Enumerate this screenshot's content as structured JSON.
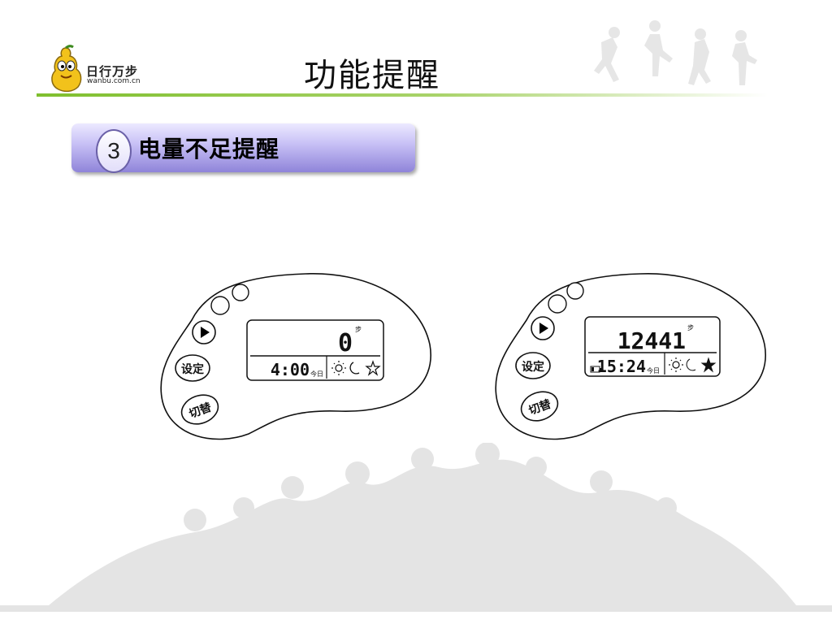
{
  "logo": {
    "brand_cn": "日行万步",
    "brand_en": "wanbu.com.cn",
    "icon": "pear-mascot-icon"
  },
  "page_title": "功能提醒",
  "section": {
    "number": "3",
    "title": "电量不足提醒"
  },
  "devices": [
    {
      "buttons": {
        "play": "play-icon",
        "set": "设定",
        "switch": "切替"
      },
      "steps": "0",
      "steps_unit": "步",
      "time": "4:00",
      "today_label": "今日",
      "icons": [
        "sun-icon",
        "moon-icon",
        "star-outline-icon"
      ],
      "battery_low": false
    },
    {
      "buttons": {
        "play": "play-icon",
        "set": "设定",
        "switch": "切替"
      },
      "steps": "12441",
      "steps_unit": "步",
      "time": "15:24",
      "today_label": "今日",
      "icons": [
        "sun-icon",
        "moon-icon",
        "star-filled-icon"
      ],
      "battery_low": true
    }
  ],
  "colors": {
    "header_line": "#7fbf2e",
    "banner_top": "#ece9ff",
    "banner_bottom": "#8f84d9",
    "watermark": "#e3e3e3"
  }
}
